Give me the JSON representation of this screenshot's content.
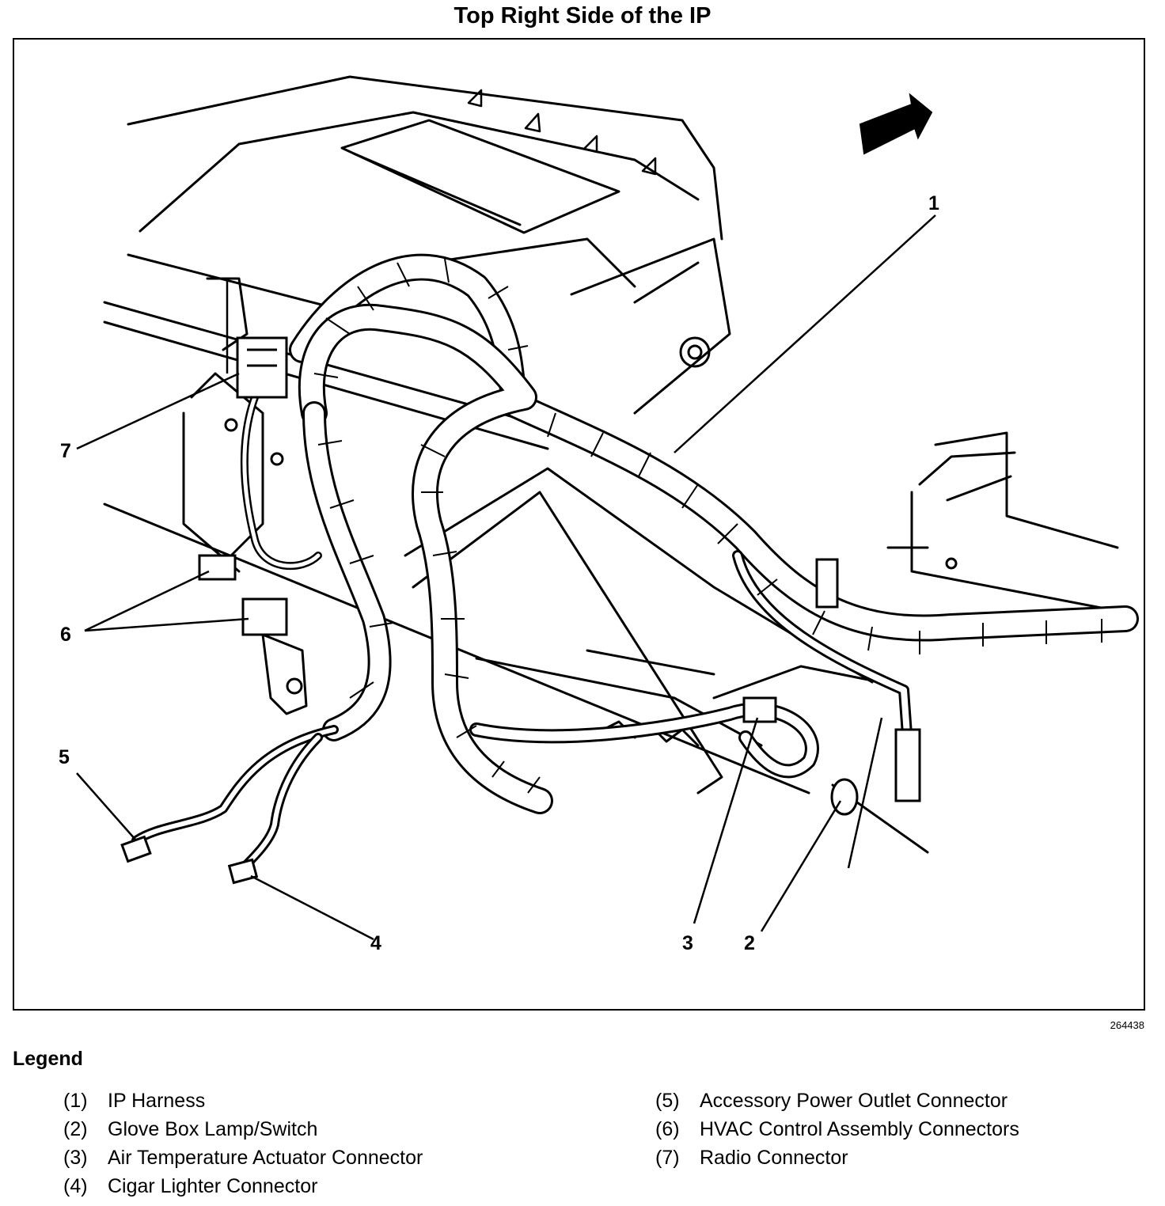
{
  "title": "Top Right Side of the IP",
  "callouts": [
    "1",
    "2",
    "3",
    "4",
    "5",
    "6",
    "7"
  ],
  "figure_id": "264438",
  "legend": {
    "heading": "Legend",
    "left": [
      {
        "num": "(1)",
        "text": "IP Harness"
      },
      {
        "num": "(2)",
        "text": "Glove Box Lamp/Switch"
      },
      {
        "num": "(3)",
        "text": "Air Temperature Actuator Connector"
      },
      {
        "num": "(4)",
        "text": "Cigar Lighter Connector"
      }
    ],
    "right": [
      {
        "num": "(5)",
        "text": "Accessory Power Outlet Connector"
      },
      {
        "num": "(6)",
        "text": "HVAC Control Assembly Connectors"
      },
      {
        "num": "(7)",
        "text": "Radio Connector"
      }
    ]
  }
}
